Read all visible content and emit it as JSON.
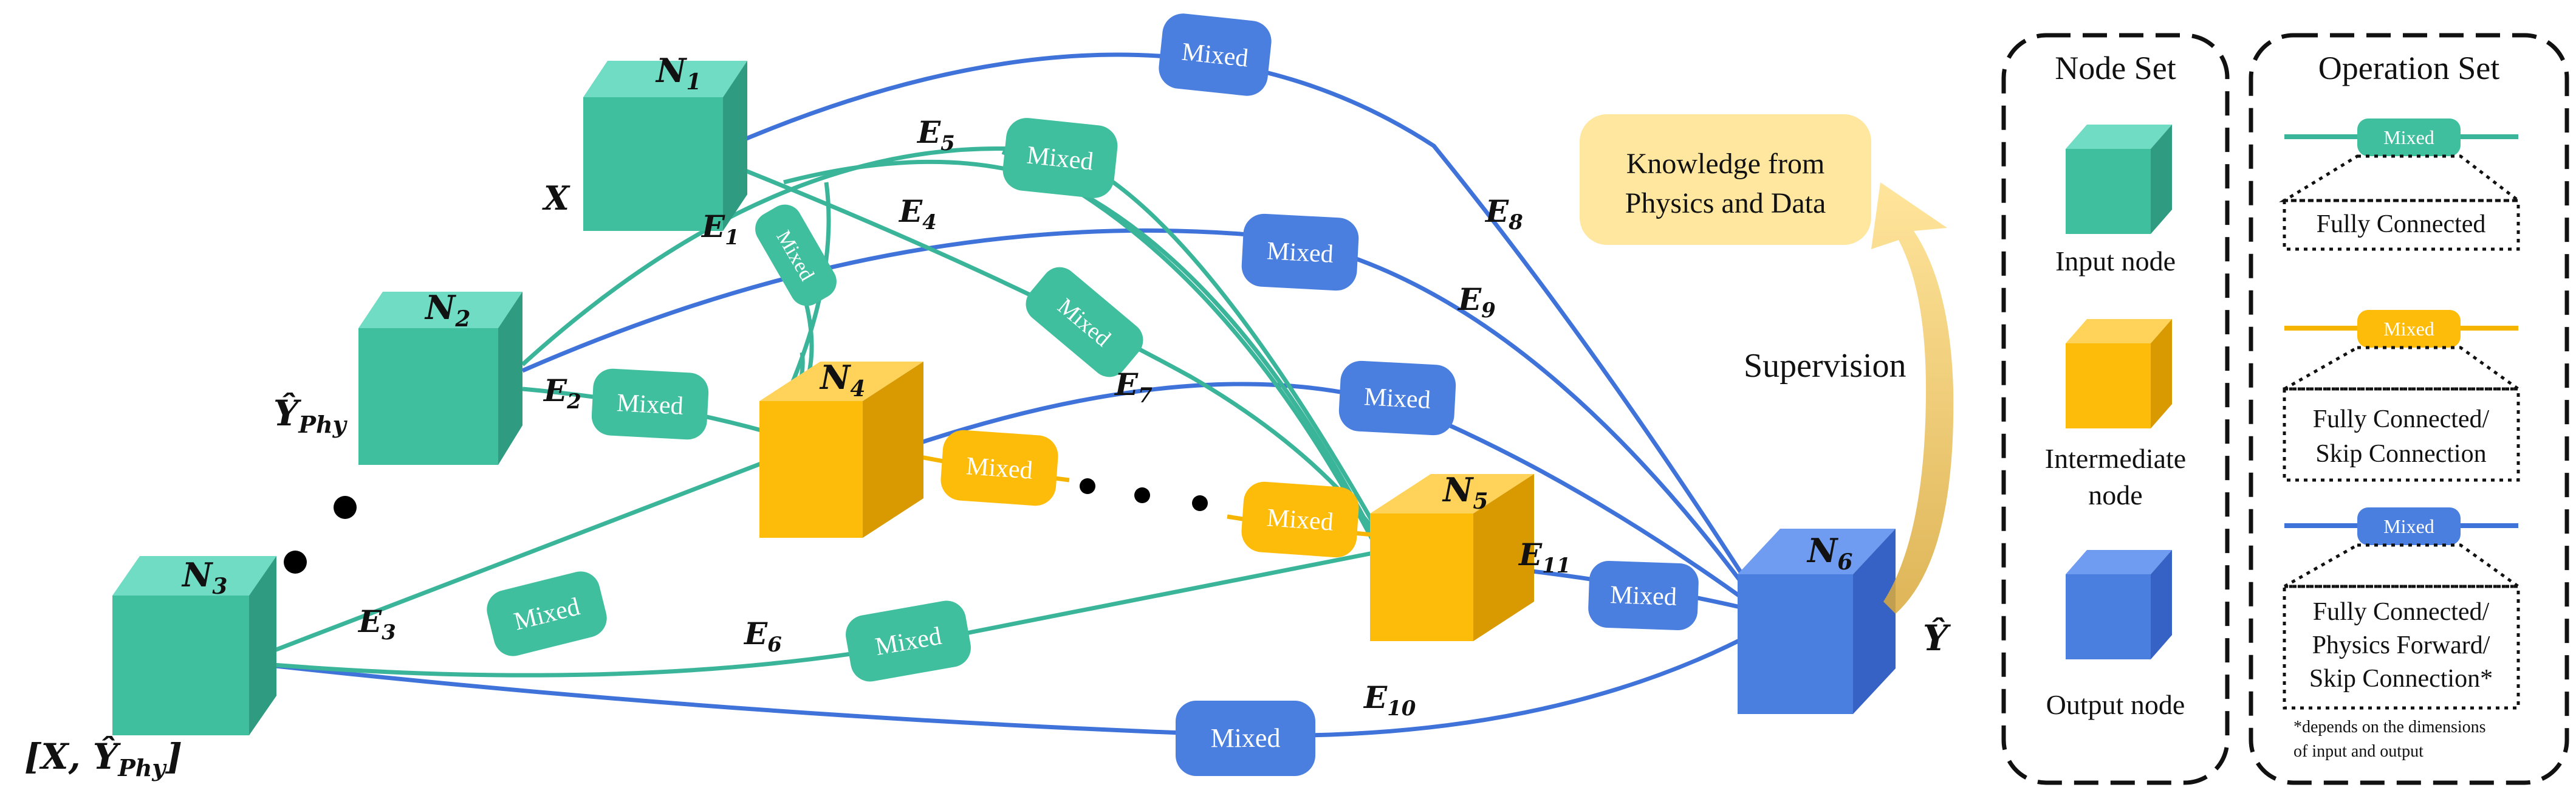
{
  "colors": {
    "teal": "#3fbf9e",
    "teal_top": "#6fdcc3",
    "teal_side": "#2f9c82",
    "yellow": "#fdbb0a",
    "yellow_top": "#ffd35a",
    "yellow_side": "#d89a00",
    "blue": "#4a7fe0",
    "blue_top": "#6f9cf0",
    "blue_side": "#3562c4",
    "knowledge_bg": "#ffe7a0",
    "edge_teal": "#3bb59a",
    "edge_yellow": "#f5b400",
    "edge_blue": "#3f73d9"
  },
  "nodes": {
    "n1": {
      "base": "N",
      "sub": "1"
    },
    "n2": {
      "base": "N",
      "sub": "2"
    },
    "n3": {
      "base": "N",
      "sub": "3"
    },
    "n4": {
      "base": "N",
      "sub": "4"
    },
    "n5": {
      "base": "N",
      "sub": "5"
    },
    "n6": {
      "base": "N",
      "sub": "6"
    }
  },
  "inputs": {
    "x": "X",
    "yphy": {
      "base": "Ŷ",
      "sub": "Phy"
    },
    "combined": {
      "open": "[X, ",
      "base": "Ŷ",
      "sub": "Phy",
      "close": "]"
    }
  },
  "output": {
    "yhat": "Ŷ"
  },
  "edges": {
    "e1": {
      "base": "E",
      "sub": "1"
    },
    "e2": {
      "base": "E",
      "sub": "2"
    },
    "e3": {
      "base": "E",
      "sub": "3"
    },
    "e4": {
      "base": "E",
      "sub": "4"
    },
    "e5": {
      "base": "E",
      "sub": "5"
    },
    "e6": {
      "base": "E",
      "sub": "6"
    },
    "e7": {
      "base": "E",
      "sub": "7"
    },
    "e8": {
      "base": "E",
      "sub": "8"
    },
    "e9": {
      "base": "E",
      "sub": "9"
    },
    "e10": {
      "base": "E",
      "sub": "10"
    },
    "e11": {
      "base": "E",
      "sub": "11"
    }
  },
  "mixed_label": "Mixed",
  "knowledge": {
    "line1": "Knowledge from",
    "line2": "Physics and Data"
  },
  "supervision": "Supervision",
  "node_set": {
    "title": "Node Set",
    "input": "Input node",
    "intermediate_line1": "Intermediate",
    "intermediate_line2": "node",
    "output": "Output node"
  },
  "operation_set": {
    "title": "Operation Set",
    "teal_ops": "Fully Connected",
    "yellow_ops_line1": "Fully Connected/",
    "yellow_ops_line2": "Skip Connection",
    "blue_ops_line1": "Fully Connected/",
    "blue_ops_line2": "Physics Forward/",
    "blue_ops_line3": "Skip Connection*",
    "footnote_line1": "*depends on the dimensions",
    "footnote_line2": "of input and output"
  }
}
